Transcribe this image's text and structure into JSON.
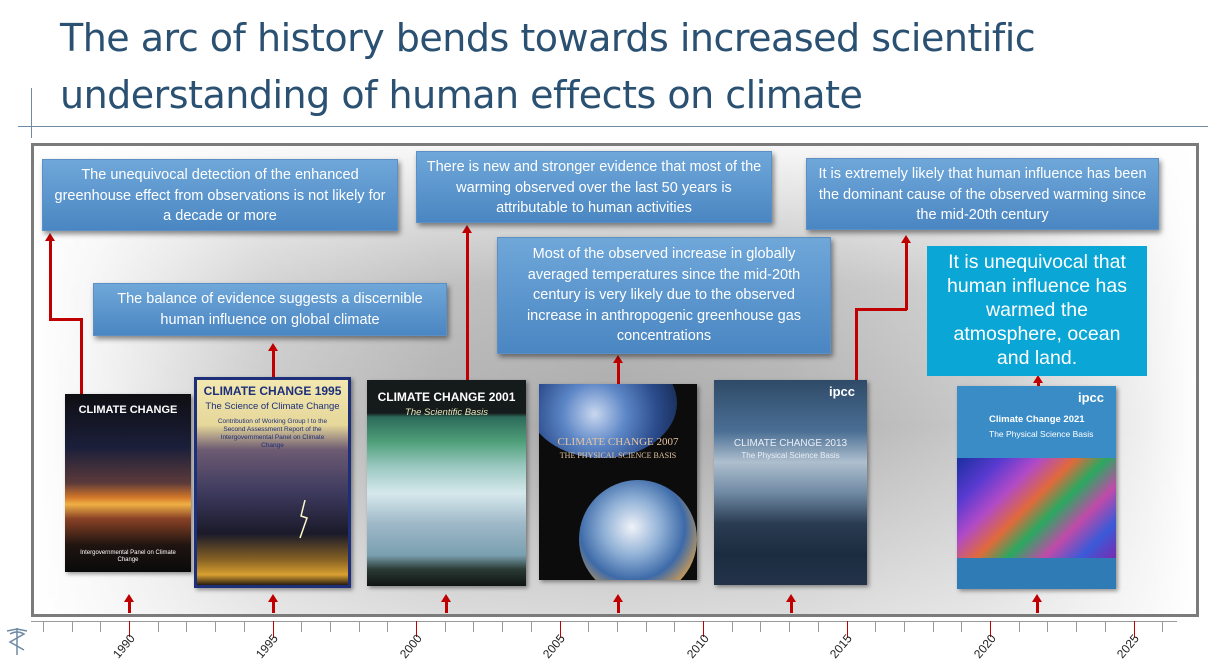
{
  "title": "The arc of history bends towards increased scientific understanding of human effects on climate",
  "quotes": {
    "q1990": "The unequivocal detection of the enhanced greenhouse effect from observations is not likely for a decade or more",
    "q1995": "The balance of evidence suggests a discernible human influence on global climate",
    "q2001": "There is new and stronger evidence that most of the warming observed over the last 50 years is attributable to human activities",
    "q2007": "Most of the observed increase in globally averaged temperatures since the mid-20th century is very likely due to the observed increase in anthropogenic greenhouse gas concentrations",
    "q2013": "It is extremely likely that human influence has been the dominant cause of the observed warming since the mid-20th century",
    "q2021": "It is unequivocal that human influence has warmed the atmosphere, ocean and land."
  },
  "covers": {
    "c1990": {
      "title": "CLIMATE CHANGE",
      "footer": "Intergovernmental Panel on Climate Change"
    },
    "c1995": {
      "title": "CLIMATE CHANGE 1995",
      "subtitle": "The Science of Climate Change",
      "body": "Contribution of Working Group I to the Second Assessment Report of the Intergovernmental Panel on Climate Change"
    },
    "c2001": {
      "title": "CLIMATE CHANGE 2001",
      "subtitle": "The Scientific Basis"
    },
    "c2007": {
      "title": "CLIMATE CHANGE 2007",
      "subtitle": "THE PHYSICAL SCIENCE BASIS"
    },
    "c2013": {
      "brand": "ipcc",
      "title": "CLIMATE CHANGE 2013",
      "subtitle": "The Physical Science Basis"
    },
    "c2021": {
      "brand": "ipcc",
      "title": "Climate Change 2021",
      "subtitle": "The Physical Science Basis"
    }
  },
  "timeline": {
    "labels": [
      "1990",
      "1995",
      "2000",
      "2005",
      "2010",
      "2015",
      "2020",
      "2025"
    ]
  },
  "colors": {
    "title": "#2a5072",
    "quote_box": "#4a86c2",
    "quote_2021": "#0aa6d6",
    "arrows": "#c00000"
  }
}
